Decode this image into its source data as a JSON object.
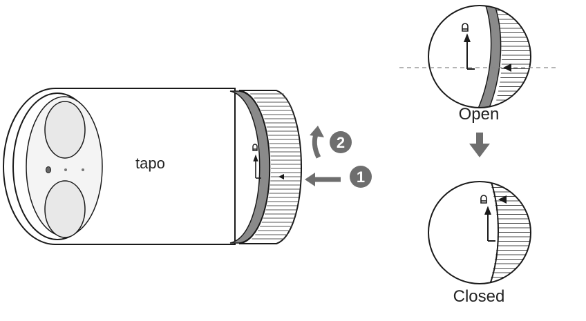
{
  "camera": {
    "brand": "tapo"
  },
  "steps": {
    "step1": "1",
    "step2": "2"
  },
  "states": {
    "open_label": "Open",
    "closed_label": "Closed"
  },
  "colors": {
    "outline": "#1a1a1a",
    "step_badge": "#6e6e6e",
    "arrow": "#6e6e6e",
    "ring_band": "#8a8a8a",
    "lens": "#e8e8e8",
    "dashed_line": "#888888"
  }
}
